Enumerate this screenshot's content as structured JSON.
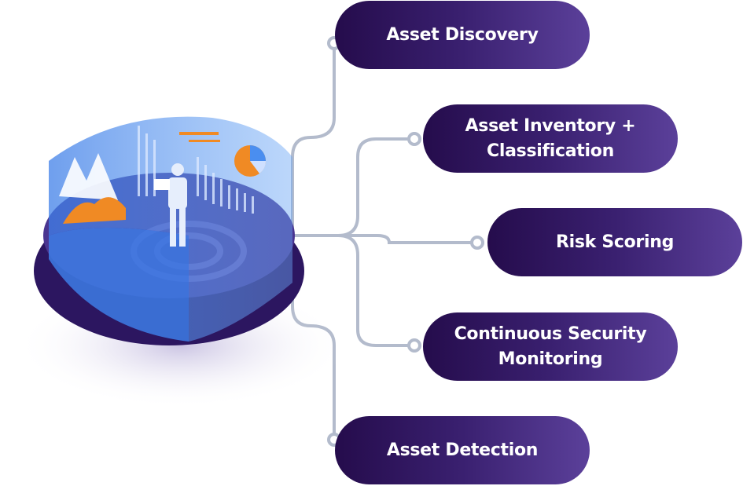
{
  "items": [
    {
      "label": "Asset Discovery"
    },
    {
      "label": "Asset Inventory + Classification"
    },
    {
      "label": "Risk Scoring"
    },
    {
      "label": "Continuous Security Monitoring"
    },
    {
      "label": "Asset Detection"
    }
  ],
  "colors": {
    "pill_start": "#250c4c",
    "pill_end": "#5b409a",
    "connector": "#b3bbcc",
    "accent_orange": "#f08a24",
    "accent_blue": "#4a8ef0"
  }
}
